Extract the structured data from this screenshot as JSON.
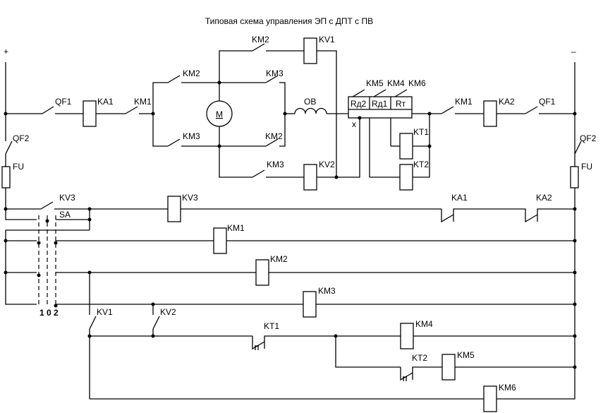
{
  "title": "Типовая схема управления ЭП с ДПТ с ПВ",
  "polarity": {
    "plus": "+",
    "minus": "–"
  },
  "power": {
    "qf1_left": "QF1",
    "ka1": "KA1",
    "km1_left": "KM1",
    "km2_top": "KM2",
    "kv1": "KV1",
    "km2_bridge_top": "KM2",
    "km3_bridge_top": "KM3",
    "km3_bridge_bottom": "KM3",
    "km2_bridge_bottom": "KM2",
    "motor": "M",
    "field": "OB",
    "km3_bottom": "KM3",
    "kv2": "KV2",
    "km5": "KM5",
    "km4": "KM4",
    "km6": "KM6",
    "rd2": "Rд2",
    "rd1": "Rд1",
    "rt": "Rт",
    "x": "x",
    "kt1": "KT1",
    "kt2": "KT2",
    "km1_right": "KM1",
    "ka2": "KA2",
    "qf1_right": "QF1"
  },
  "control": {
    "qf2_left": "QF2",
    "fu_left": "FU",
    "qf2_right": "QF2",
    "fu_right": "FU",
    "kv3_contact": "KV3",
    "sa": "SA",
    "kv3_coil": "KV3",
    "ka1_contact": "KA1",
    "ka2_contact": "KA2",
    "km1_coil": "KM1",
    "km2_coil": "KM2",
    "km3_coil": "KM3",
    "sa_positions": "1 0 2",
    "kv1_contact": "KV1",
    "kv2_contact": "KV2",
    "kt1_contact": "KT1",
    "km4_coil": "KM4",
    "kt2_contact": "KT2",
    "km5_coil": "KM5",
    "km6_coil": "KM6"
  }
}
